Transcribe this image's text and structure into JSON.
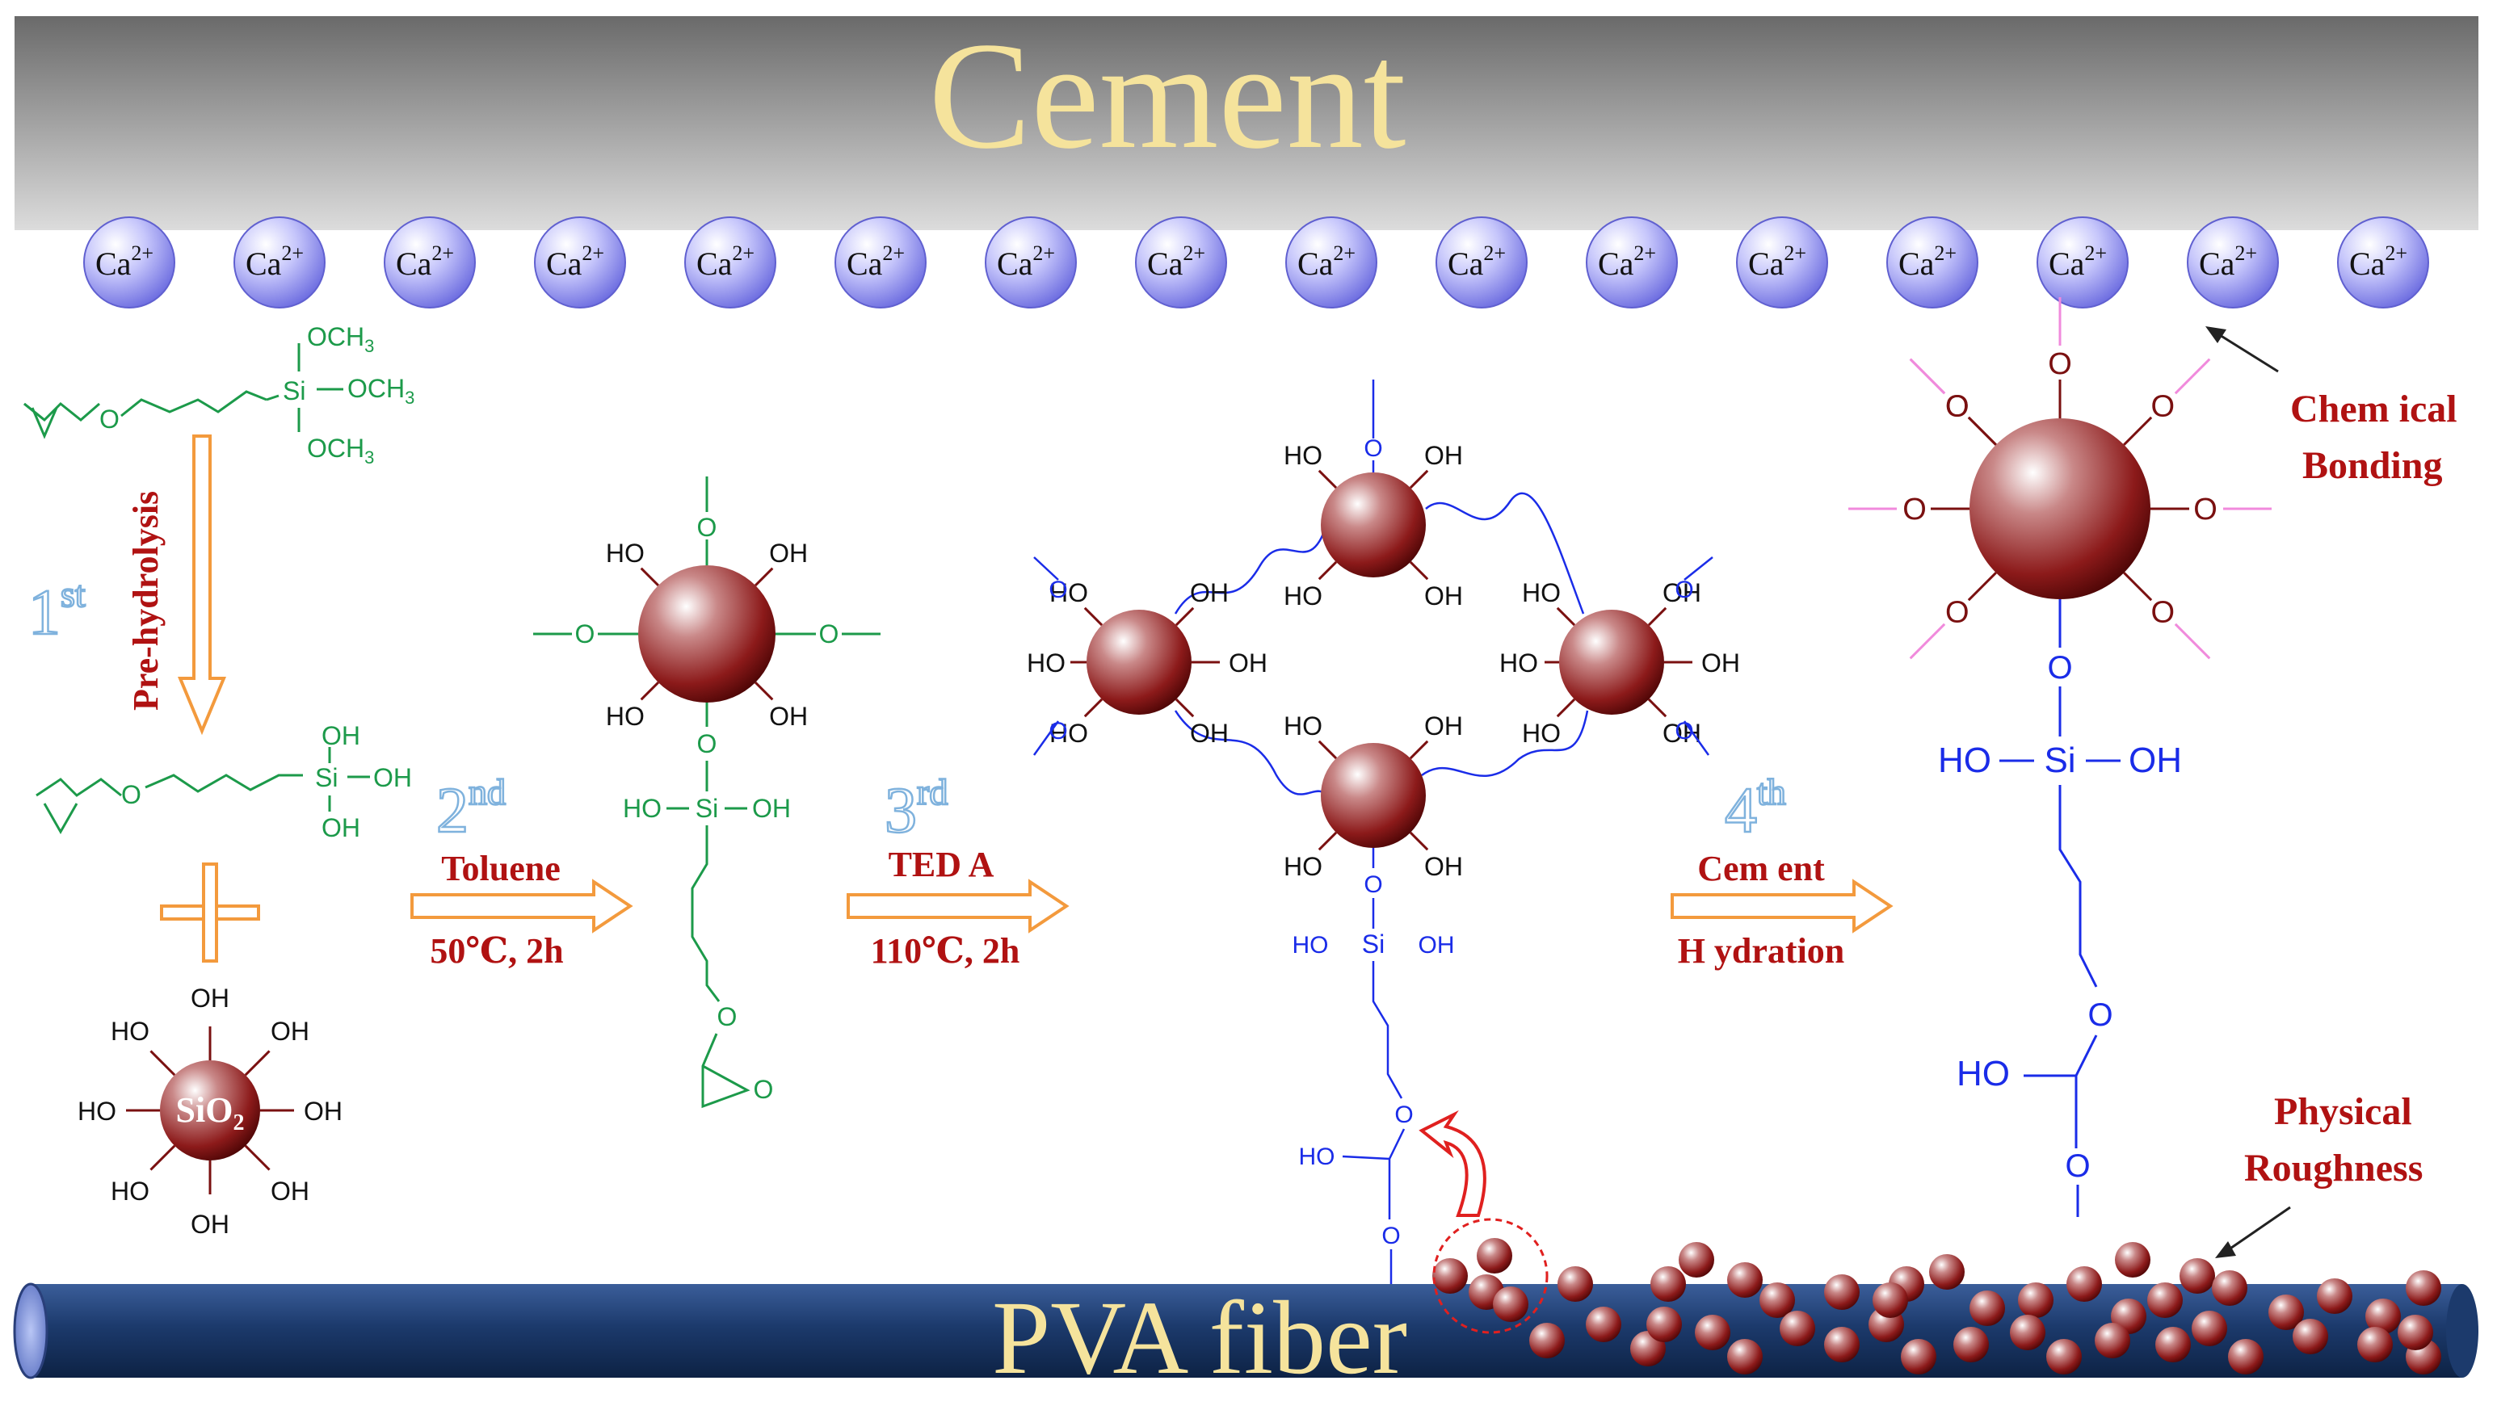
{
  "cement_label": "Cement",
  "fiber_label": "PVA fiber",
  "ion_label": "Ca",
  "ion_charge": "2+",
  "ion_count": 16,
  "step1": {
    "num": "1",
    "sup": "st",
    "label": "Pre-hydrolysis"
  },
  "step2": {
    "num": "2",
    "sup": "nd",
    "top": "Toluene",
    "bottom": "50℃, 2h"
  },
  "step3": {
    "num": "3",
    "sup": "rd",
    "top": "TED A",
    "bottom": "110℃, 2h"
  },
  "step4": {
    "num": "4",
    "sup": "th",
    "top": "Cem ent",
    "bottom": "H ydration"
  },
  "silane": {
    "och3": "OCH",
    "och3_sub": "3",
    "si": "Si"
  },
  "hydrolyzed": {
    "oh": "OH",
    "si": "Si"
  },
  "sio2": {
    "main": "SiO",
    "sub": "2",
    "oh": "OH",
    "ho": "HO"
  },
  "chem": {
    "ho": "HO",
    "oh": "OH",
    "si": "Si",
    "o": "O"
  },
  "annotations": {
    "chemical_line1": "Chem ical",
    "chemical_line2": "Bonding",
    "physical_line1": "Physical",
    "physical_line2": "Roughness"
  },
  "colors": {
    "cement_text": "#f5e39c",
    "green": "#1c9a4a",
    "blue": "#1a2ce8",
    "red_text": "#b01212",
    "step_blue": "#7fb2dd",
    "orange": "#f39a3d",
    "sphere_dark": "#7a1010",
    "ion_fill": "#8f8ff0",
    "fiber": "#1e3e73"
  }
}
